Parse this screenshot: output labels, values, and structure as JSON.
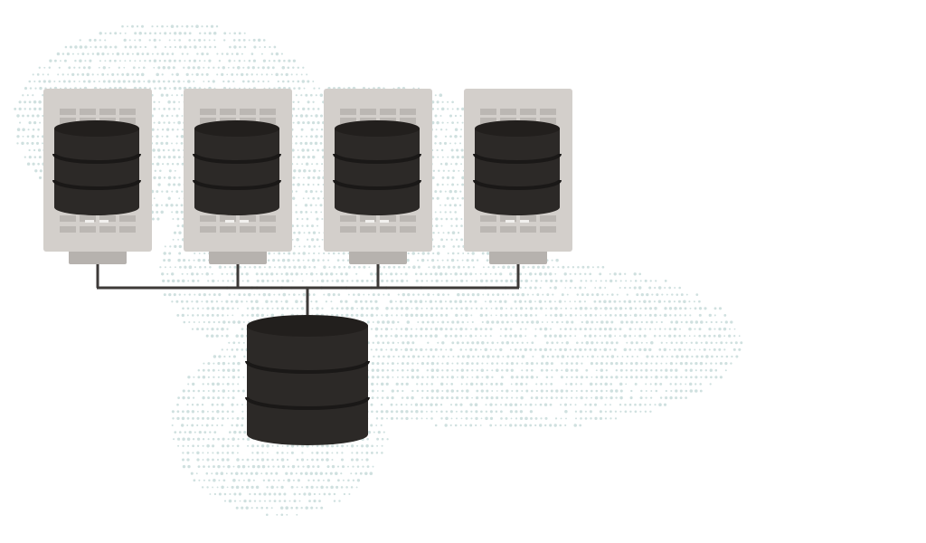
{
  "diagram": {
    "kind": "database-replication",
    "colors": {
      "background": "#ffffff",
      "dots": "#cfe0df",
      "server_case": "#d3cfcb",
      "server_stand": "#b6b2ae",
      "vents": "#bbb7b3",
      "vent_lights": "#f2f0ee",
      "cylinder_body": "#2c2927",
      "cylinder_top": "#221f1d",
      "cylinder_seam": "#1a1817",
      "connector": "#3d3a38"
    },
    "nodes": [
      {
        "id": "server-1",
        "type": "server-with-database",
        "icon": "database-server-icon"
      },
      {
        "id": "server-2",
        "type": "server-with-database",
        "icon": "database-server-icon"
      },
      {
        "id": "server-3",
        "type": "server-with-database",
        "icon": "database-server-icon"
      },
      {
        "id": "server-4",
        "type": "server-with-database",
        "icon": "database-server-icon"
      },
      {
        "id": "central-db",
        "type": "database",
        "icon": "database-icon"
      }
    ],
    "edges": [
      {
        "from": "server-1",
        "to": "central-db"
      },
      {
        "from": "server-2",
        "to": "central-db"
      },
      {
        "from": "server-3",
        "to": "central-db"
      },
      {
        "from": "server-4",
        "to": "central-db"
      }
    ]
  }
}
